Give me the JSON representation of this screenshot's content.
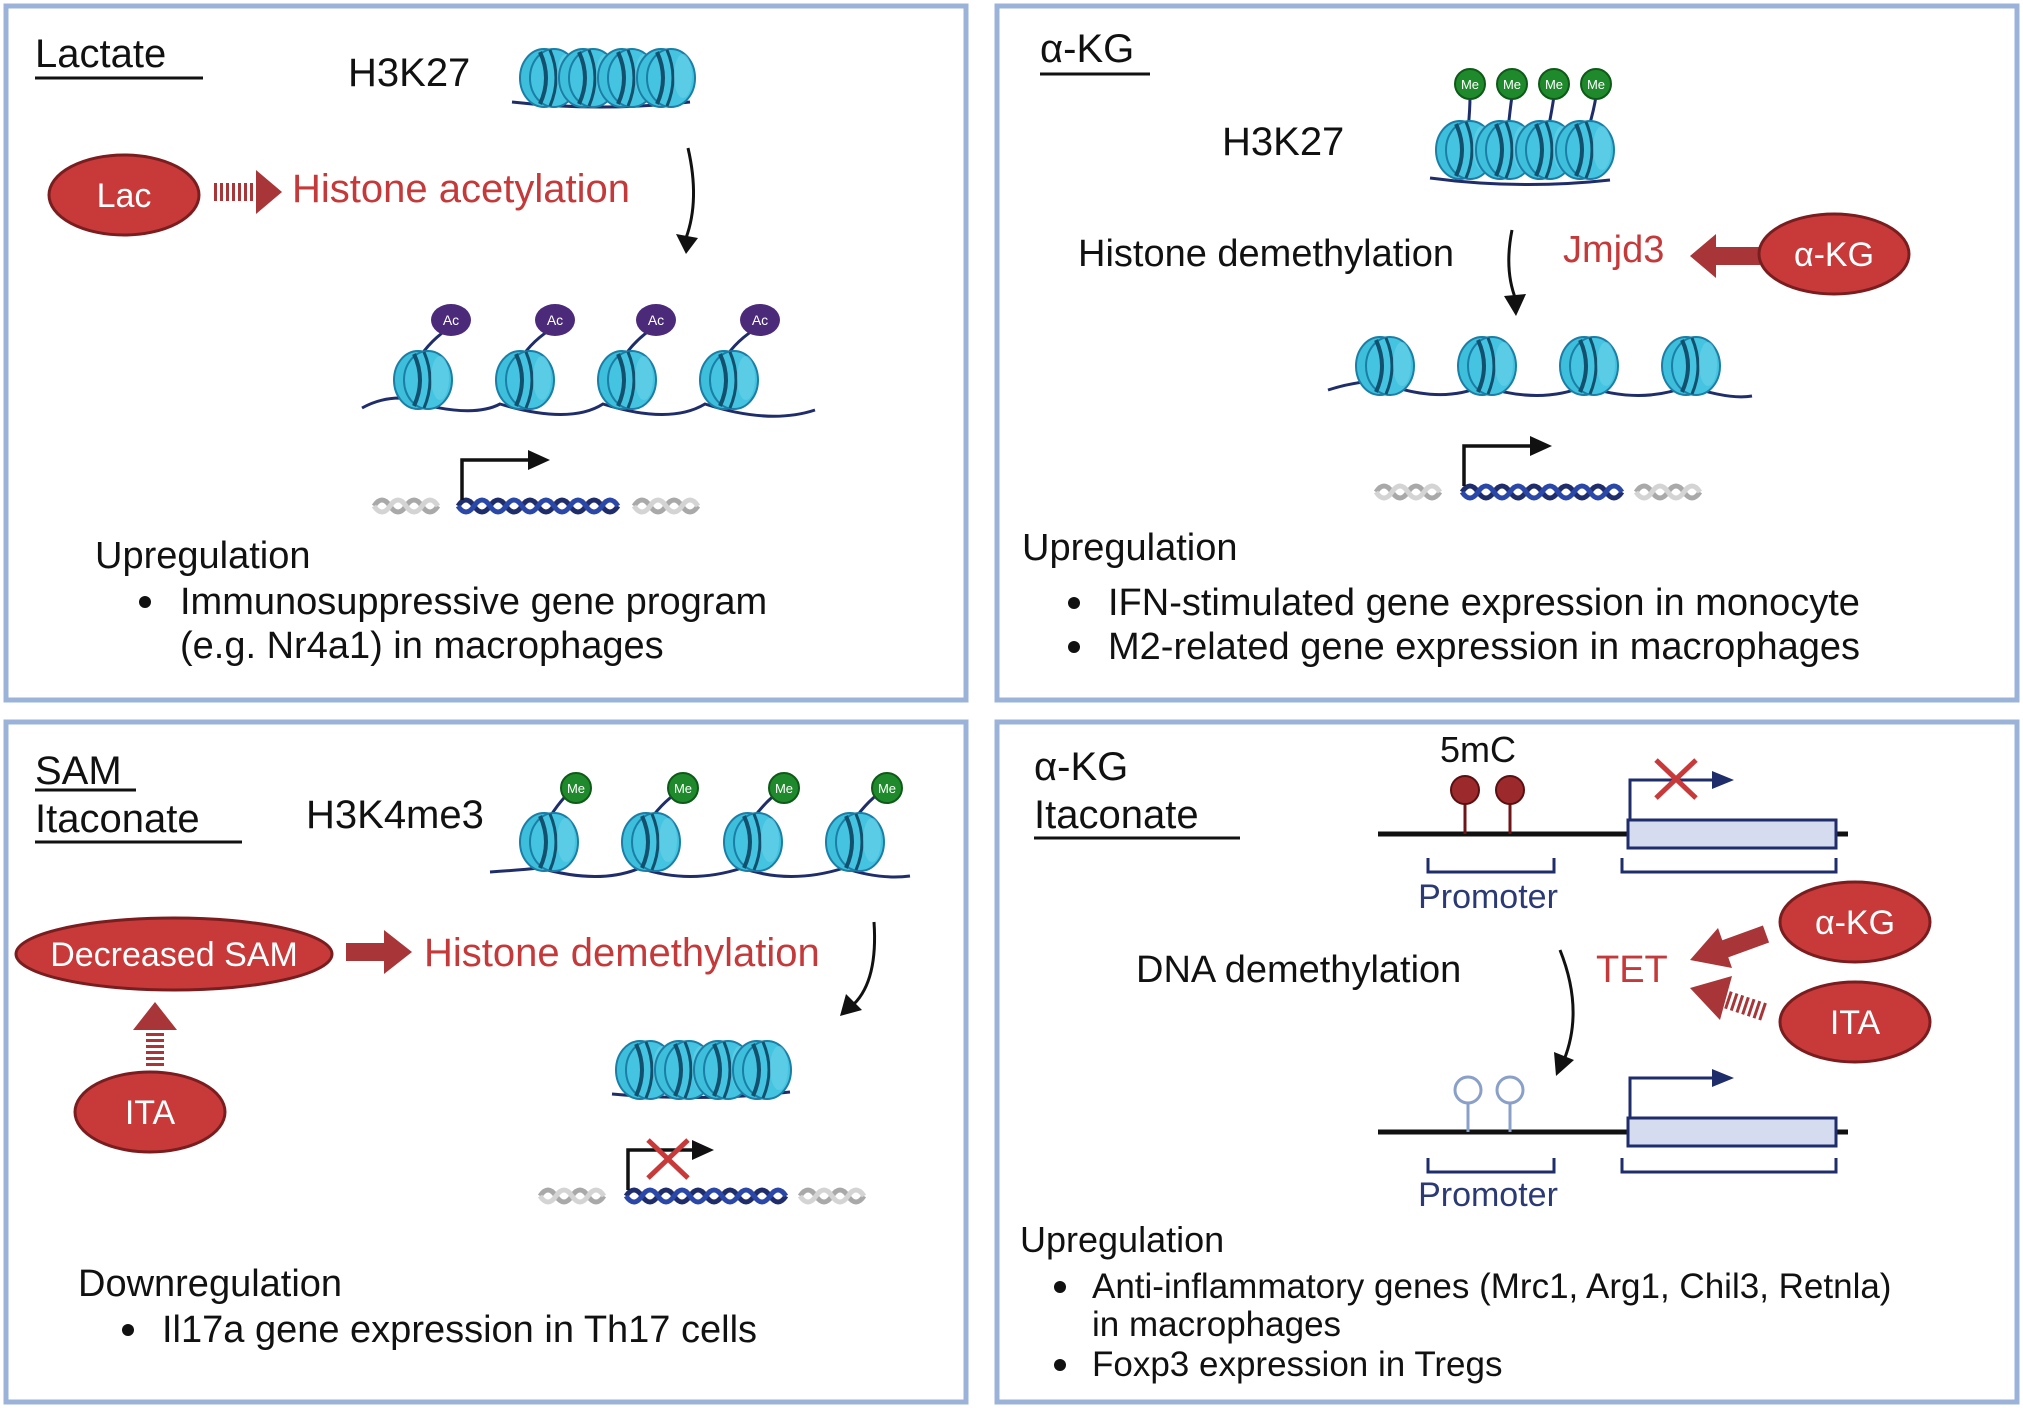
{
  "colors": {
    "panel_border": "#9bb3d8",
    "red_text": "#c4393a",
    "red_fill": "#c8393a",
    "red_arrow": "#a83537",
    "nucleosome_light": "#3dbfdc",
    "nucleosome_dark": "#1a7ea6",
    "dna_navy": "#1f2d6b",
    "dna_gray": "#bdbdbd",
    "acetyl": "#4b2a7a",
    "methyl": "#1f8a2c",
    "gene_box": "#d6dcf0"
  },
  "icons": [
    "nucleosome-icon",
    "acetyl-group-icon",
    "methyl-group-icon",
    "dna-helix-icon",
    "transcription-arrow-icon",
    "block-cross-icon",
    "lollipop-methyl-icon",
    "gene-box-icon"
  ],
  "panel_tl": {
    "title": "Lactate",
    "mark": "H3K27",
    "metabolite": "Lac",
    "process": "Histone acetylation",
    "tag": "Ac",
    "effect": "Upregulation",
    "bullets": [
      "Immunosuppressive gene program",
      "(e.g. Nr4a1) in macrophages"
    ]
  },
  "panel_tr": {
    "title": "α-KG",
    "mark": "H3K27",
    "tag": "Me",
    "process": "Histone demethylation",
    "enzyme": "Jmjd3",
    "metabolite": "α-KG",
    "effect": "Upregulation",
    "bullets": [
      "IFN-stimulated gene expression in monocyte",
      "M2-related gene expression in macrophages"
    ]
  },
  "panel_bl": {
    "title_1": "SAM",
    "title_2": "Itaconate",
    "mark": "H3K4me3",
    "tag": "Me",
    "metabolite": "Decreased SAM",
    "process": "Histone demethylation",
    "inhibitor": "ITA",
    "effect": "Downregulation",
    "bullets": [
      "Il17a gene expression in Th17 cells"
    ]
  },
  "panel_br": {
    "title_1": "α-KG",
    "title_2": "Itaconate",
    "methyl_mark": "5mC",
    "promoter_top": "Promoter",
    "promoter_bottom": "Promoter",
    "process": "DNA demethylation",
    "enzyme": "TET",
    "metabolite_1": "α-KG",
    "metabolite_2": "ITA",
    "effect": "Upregulation",
    "bullets": [
      "Anti-inflammatory genes (Mrc1, Arg1, Chil3, Retnla)",
      "in macrophages",
      "Foxp3 expression in Tregs"
    ]
  }
}
